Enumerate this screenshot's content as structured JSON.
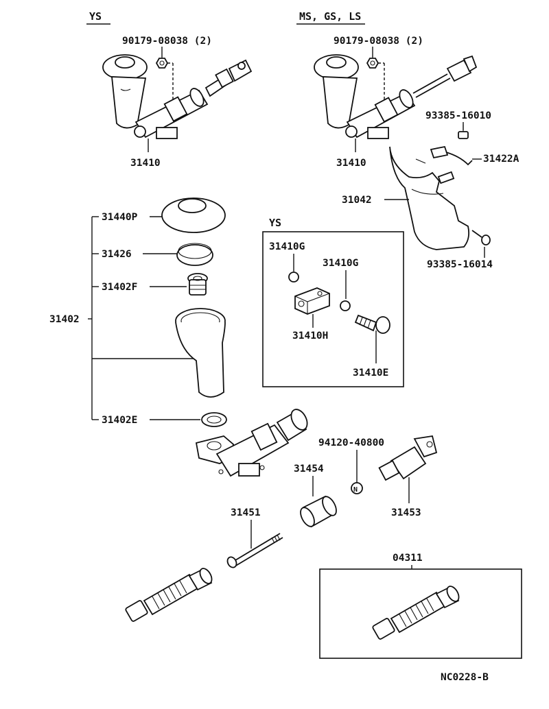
{
  "sections": {
    "left_title": "YS",
    "right_title": "MS, GS, LS",
    "inset_title": "YS"
  },
  "labels": {
    "nut_left": "90179-08038 (2)",
    "nut_right": "90179-08038 (2)",
    "cyl_left": "31410",
    "cyl_right": "31410",
    "bolt_93385_16010": "93385-16010",
    "bracket_31422a": "31422A",
    "cover_31042": "31042",
    "bolt_93385_16014": "93385-16014",
    "kit_31402": "31402",
    "cap_31440p": "31440P",
    "disc_31426": "31426",
    "fitting_31402f": "31402F",
    "seal_31402e": "31402E",
    "ring_31410g_a": "31410G",
    "ring_31410g_b": "31410G",
    "union_31410h": "31410H",
    "bolt_31410e": "31410E",
    "nut_94120_40800": "94120-40800",
    "bush_31454": "31454",
    "rod_31451": "31451",
    "switch_31453": "31453",
    "kit_04311": "04311",
    "figure_code": "NC0228-B"
  }
}
